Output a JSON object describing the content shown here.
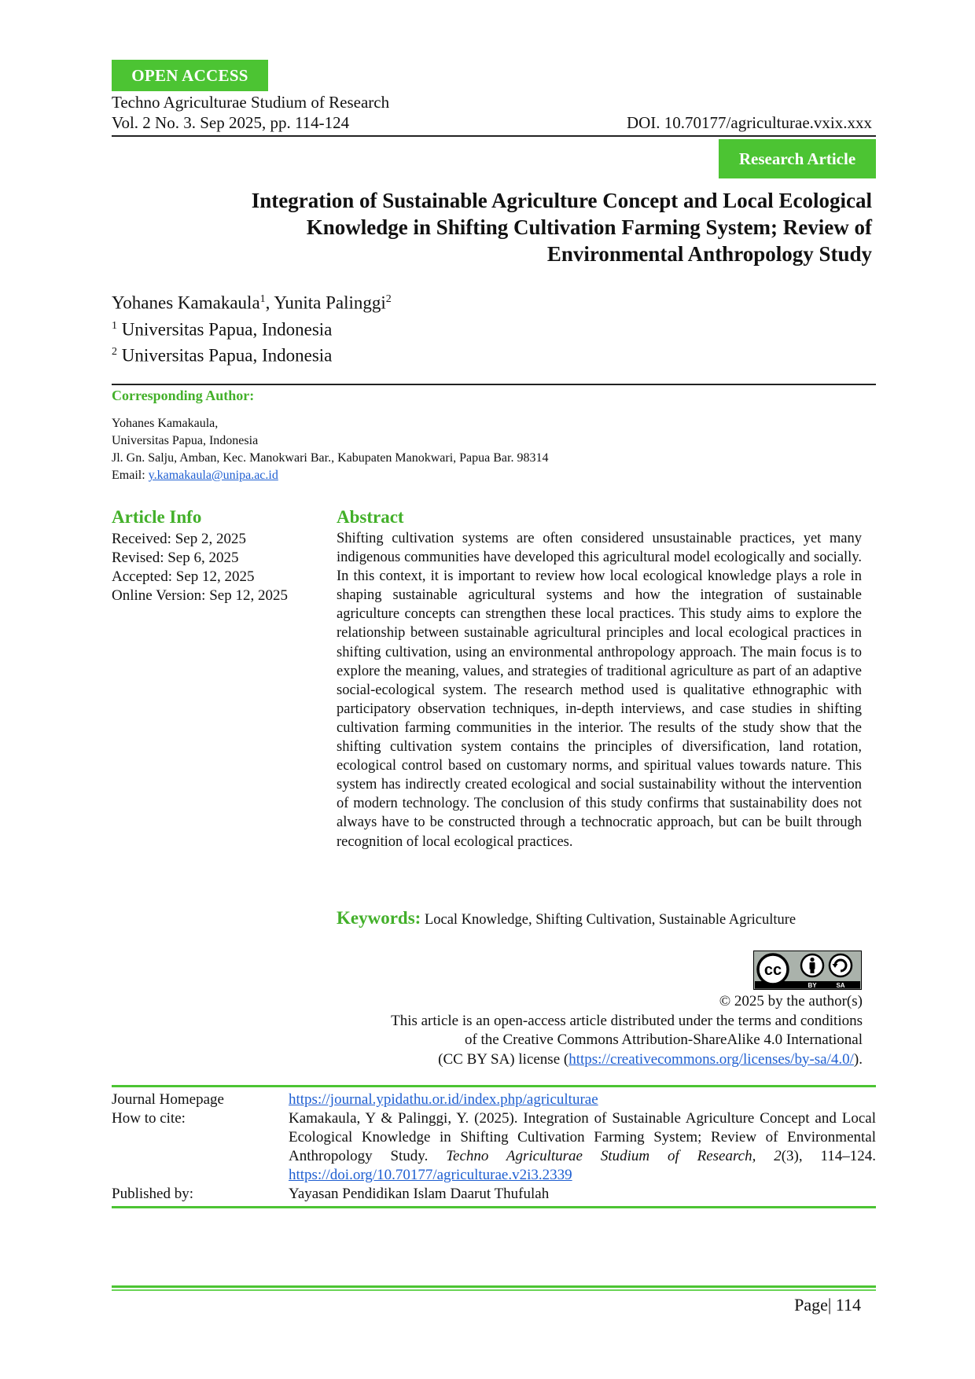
{
  "header": {
    "open_access": "OPEN ACCESS",
    "journal_name": "Techno Agriculturae Studium of Research",
    "volume": "Vol. 2 No. 3. Sep 2025, pp. 114-124",
    "doi": "DOI. 10.70177/agriculturae.vxix.xxx",
    "article_type": "Research Article"
  },
  "title_lines": [
    "Integration of Sustainable Agriculture Concept and Local Ecological",
    "Knowledge in Shifting Cultivation Farming System; Review of",
    "Environmental Anthropology Study"
  ],
  "authors": {
    "author1": "Yohanes Kamakaula",
    "author1_sup": "1",
    "separator": ", ",
    "author2": "Yunita Palinggi",
    "author2_sup": "2",
    "aff1_sup": "1",
    "aff1": " Universitas Papua, Indonesia",
    "aff2_sup": "2",
    "aff2": " Universitas Papua, Indonesia"
  },
  "corresponding": {
    "heading": "Corresponding Author:",
    "name": "Yohanes Kamakaula,",
    "institution": "Universitas Papua, Indonesia",
    "address": "Jl. Gn. Salju, Amban, Kec. Manokwari Bar., Kabupaten Manokwari, Papua Bar. 98314",
    "email_label": "Email: ",
    "email": "y.kamakaula@unipa.ac.id"
  },
  "article_info": {
    "heading": "Article Info",
    "received": "Received: Sep 2, 2025",
    "revised": "Revised: Sep 6, 2025",
    "accepted": "Accepted: Sep 12, 2025",
    "online": "Online Version: Sep 12, 2025"
  },
  "abstract": {
    "heading": "Abstract",
    "text": "Shifting cultivation systems are often considered unsustainable practices, yet many indigenous communities have developed this agricultural model ecologically and socially. In this context, it is important to review how local ecological knowledge plays a role in shaping sustainable agricultural systems and how the integration of sustainable agriculture concepts can strengthen these local practices. This study aims to explore the relationship between sustainable agricultural principles and local ecological practices in shifting cultivation, using an environmental anthropology approach. The main focus is to explore the meaning, values, and strategies of traditional agriculture as part of an adaptive social-ecological system. The research method used is qualitative ethnographic with participatory observation techniques, in-depth interviews, and case studies in shifting cultivation farming communities in the interior. The results of the study show that the shifting cultivation system contains the principles of diversification, land rotation, ecological control based on customary norms, and spiritual values towards nature. This system has indirectly created ecological and social sustainability without the intervention of modern technology. The conclusion of this study confirms that sustainability does not always have to be constructed through a technocratic approach, but can be built through recognition of local ecological practices."
  },
  "keywords": {
    "label": "Keywords:",
    "text": " Local Knowledge, Shifting Cultivation, Sustainable Agriculture"
  },
  "license": {
    "badge_cc": "cc",
    "badge_by": "BY",
    "badge_sa": "SA",
    "copyright": "© 2025 by the author(s)",
    "line1": "This article is an open-access article distributed under the terms and conditions",
    "line2": "of the Creative Commons Attribution-ShareAlike 4.0 International",
    "line3_pre": "(CC BY SA) license (",
    "url": "https://creativecommons.org/licenses/by-sa/4.0/",
    "line3_post": ")."
  },
  "meta": {
    "homepage_label": "Journal Homepage",
    "homepage_url": "https://journal.ypidathu.or.id/index.php/agriculturae",
    "cite_label": "How to cite:",
    "cite_text": "Kamakaula, Y & Palinggi, Y. (2025). Integration of Sustainable Agriculture Concept and Local Ecological Knowledge in Shifting Cultivation Farming System; Review of Environmental Anthropology Study. ",
    "cite_journal": "Techno Agriculturae Studium of Research, 2",
    "cite_issue": "(3), 114–124. ",
    "cite_doi": "https://doi.org/10.70177/agriculturae.v2i3.2339",
    "publisher_label": "Published by:",
    "publisher": "Yayasan Pendidikan Islam Daarut Thufulah"
  },
  "footer": {
    "page": "Page| 114"
  },
  "colors": {
    "accent_green": "#4cc433",
    "link_blue": "#1f5fd1"
  }
}
